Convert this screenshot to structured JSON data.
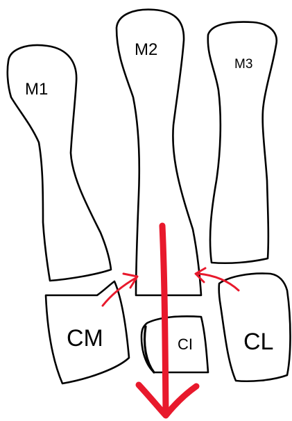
{
  "labels": {
    "m1": "M1",
    "m2": "M2",
    "m3": "M3",
    "cm": "CM",
    "ci": "CI",
    "cl": "CL"
  },
  "colors": {
    "outline": "#000000",
    "arrow": "#e8192c",
    "background": "#ffffff"
  }
}
